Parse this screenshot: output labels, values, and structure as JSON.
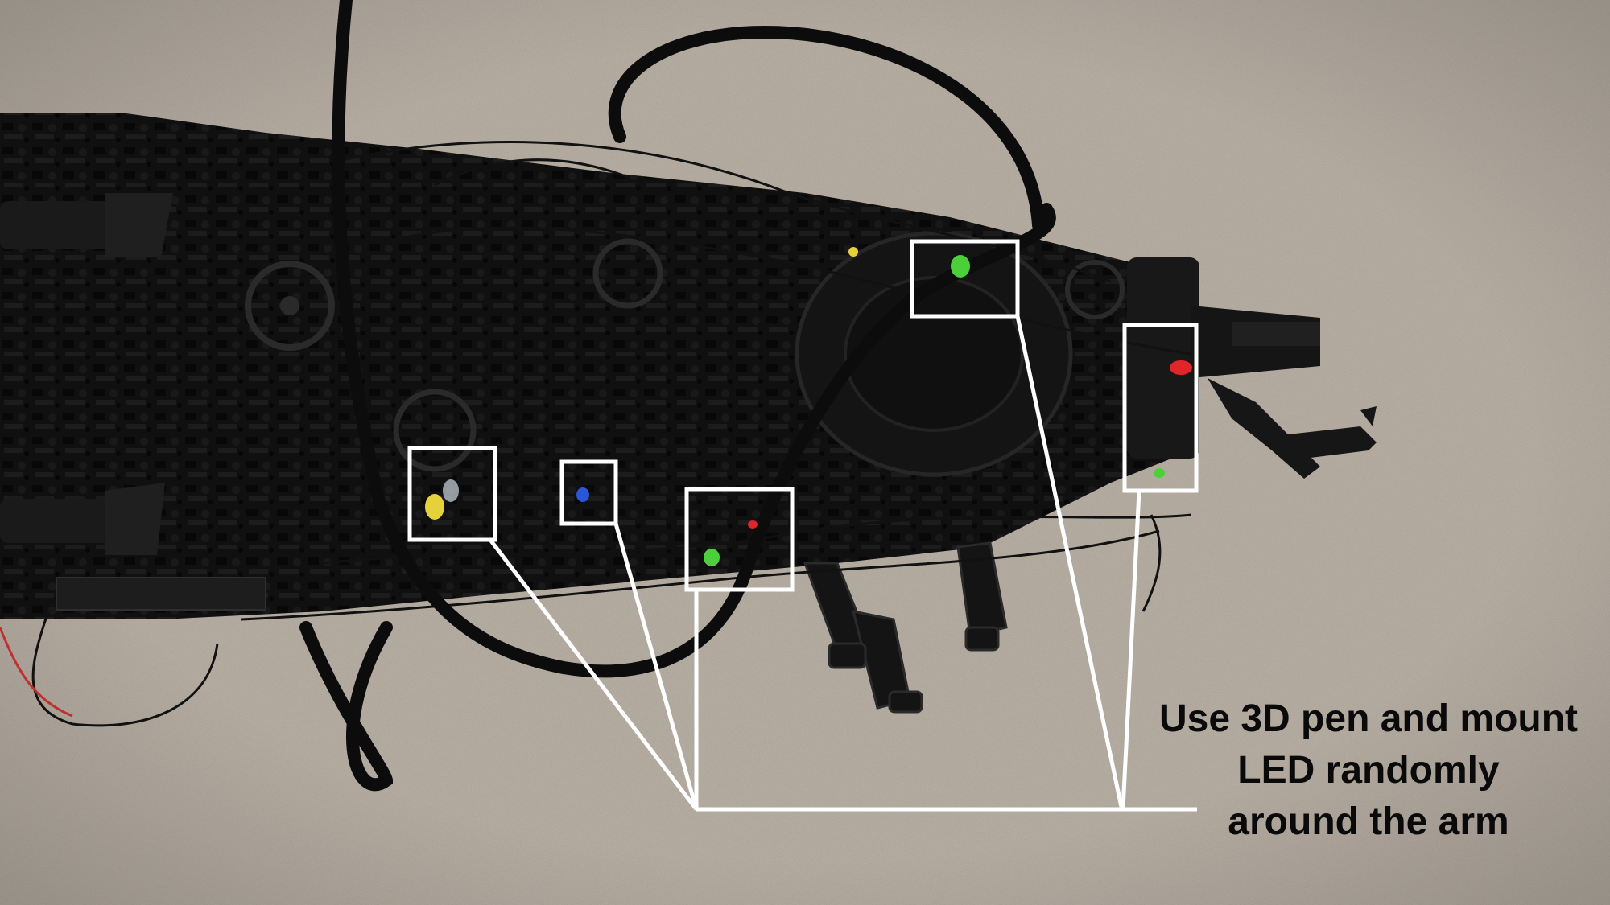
{
  "annotation": {
    "lines": [
      "Use 3D pen and mount",
      "LED randomly",
      "around the arm"
    ]
  },
  "colors": {
    "carpet": "#b9b0a5",
    "model": "#141414",
    "cable": "#0c0c0c",
    "callout": "#ffffff",
    "caption_text": "#0a0a0a",
    "led_green": "#4cd03a",
    "led_yellow": "#e6d13a",
    "led_blue": "#2a56d8",
    "led_red": "#e0262a"
  },
  "callout_boxes": [
    {
      "name": "led-callout-yellow",
      "led": "yellow"
    },
    {
      "name": "led-callout-blue",
      "led": "blue"
    },
    {
      "name": "led-callout-green-lower",
      "led": "green"
    },
    {
      "name": "led-callout-green-upper",
      "led": "green"
    },
    {
      "name": "led-callout-red",
      "led": "red"
    }
  ]
}
